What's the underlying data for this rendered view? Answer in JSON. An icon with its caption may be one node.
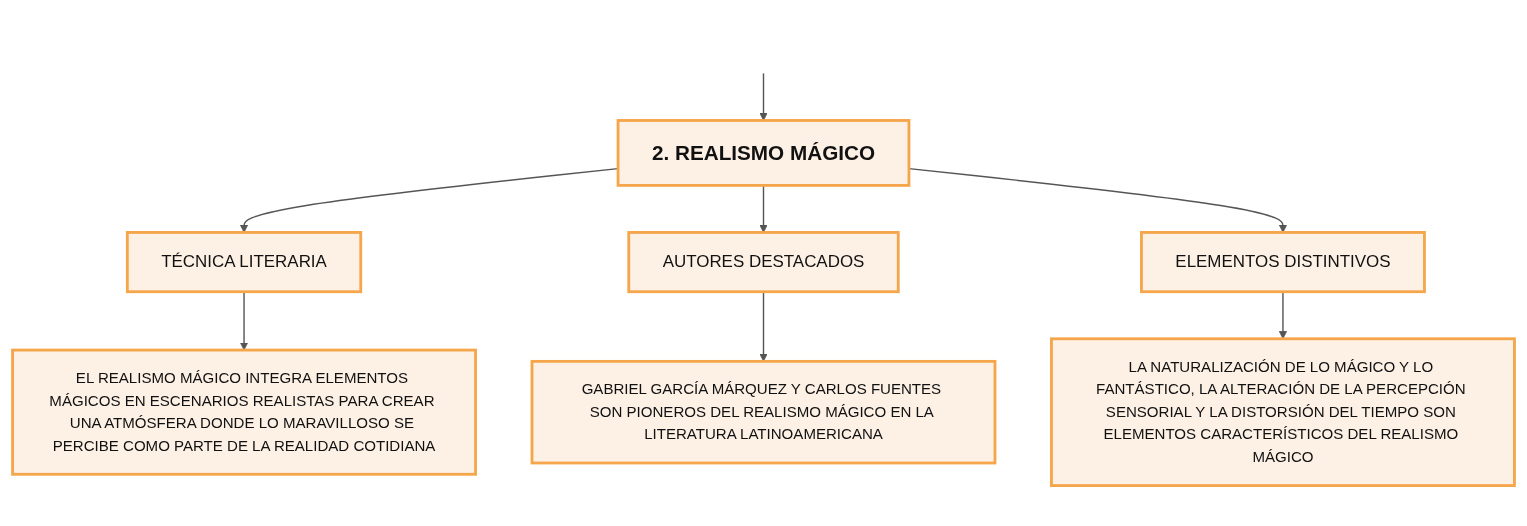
{
  "diagram": {
    "nodes": [
      {
        "text": [
          "2. REALISMO MÁGICO"
        ]
      },
      {
        "text": [
          "TÉCNICA LITERARIA"
        ]
      },
      {
        "text": [
          "AUTORES DESTACADOS"
        ]
      },
      {
        "text": [
          "ELEMENTOS DISTINTIVOS"
        ]
      },
      {
        "text": [
          "EL REALISMO MÁGICO INTEGRA ELEMENTOS MÁGICOS EN ESCENARIOS REALISTAS PARA CREAR UNA ATMÓSFERA DONDE LO MARAVILLOSO SE PERCIBE COMO PARTE DE LA REALIDAD COTIDIANA"
        ]
      },
      {
        "text": [
          "GABRIEL GARCÍA MÁRQUEZ Y CARLOS FUENTES SON PIONEROS DEL REALISMO MÁGICO EN LA LITERATURA LATINOAMERICANA"
        ]
      },
      {
        "text": [
          "LA NATURALIZACIÓN DE LO MÁGICO Y LO FANTÁSTICO, LA ALTERACIÓN DE LA PERCEPCIÓN SENSORIAL Y LA DISTORSIÓN DEL TIEMPO SON ELEMENTOS CARACTERÍSTICOS DEL REALISMO MÁGICO"
        ]
      }
    ],
    "edges": [
      {
        "from": null,
        "to": 0,
        "arrow": "to"
      },
      {
        "from": 0,
        "to": 1,
        "arrow": "to"
      },
      {
        "from": 0,
        "to": 2,
        "arrow": "to"
      },
      {
        "from": 0,
        "to": 3,
        "arrow": "to"
      },
      {
        "from": 1,
        "to": 4,
        "arrow": "to"
      },
      {
        "from": 2,
        "to": 5,
        "arrow": "to"
      },
      {
        "from": 3,
        "to": 6,
        "arrow": "to"
      }
    ]
  }
}
